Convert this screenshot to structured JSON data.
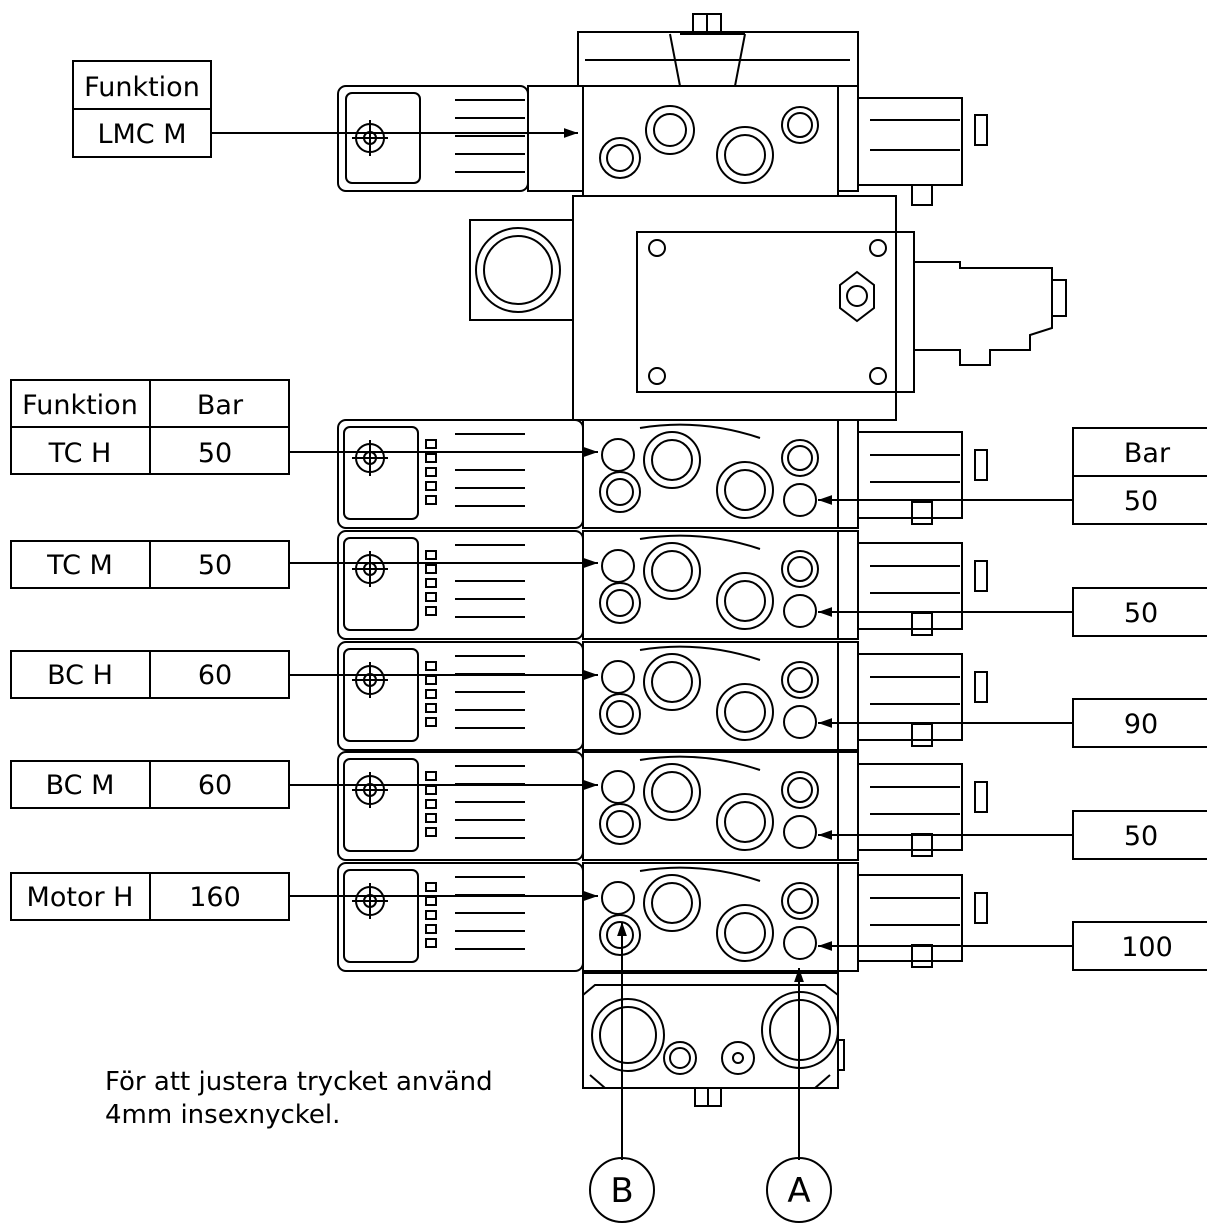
{
  "top_table": {
    "header": "Funktion",
    "value": "LMC M"
  },
  "left_table": {
    "headers": [
      "Funktion",
      "Bar"
    ],
    "rows": [
      {
        "function": "TC H",
        "bar": "50"
      },
      {
        "function": "TC M",
        "bar": "50"
      },
      {
        "function": "BC H",
        "bar": "60"
      },
      {
        "function": "BC M",
        "bar": "60"
      },
      {
        "function": "Motor H",
        "bar": "160"
      }
    ]
  },
  "right_table": {
    "header": "Bar",
    "values": [
      "50",
      "50",
      "90",
      "50",
      "100"
    ]
  },
  "note": {
    "line1": "För att justera trycket använd",
    "line2": "4mm insexnyckel."
  },
  "ports": {
    "b": "B",
    "a": "A"
  }
}
